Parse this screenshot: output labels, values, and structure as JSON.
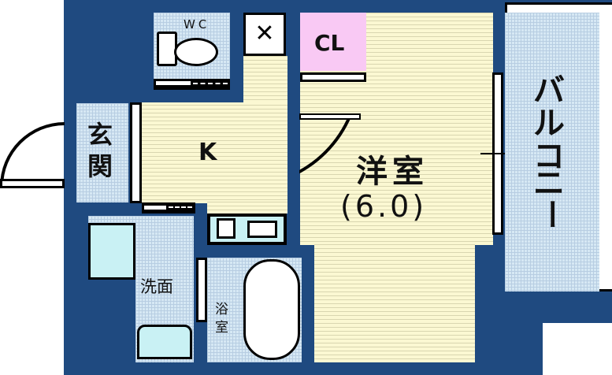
{
  "rooms": {
    "wc": "WC",
    "kitchen": "K",
    "entrance": [
      "玄",
      "関"
    ],
    "closet": "CL",
    "western_room": "洋室",
    "western_room_size": "(6.0)",
    "washroom": "洗面",
    "bathroom": [
      "浴",
      "室"
    ],
    "balcony": [
      "バ",
      "ル",
      "コ",
      "ニ",
      "ー"
    ]
  },
  "colors": {
    "wall": "#1f4a80",
    "floor": "#fbf8d2",
    "wet_area": "#d6e8f4",
    "closet": "#f9c9f4"
  }
}
